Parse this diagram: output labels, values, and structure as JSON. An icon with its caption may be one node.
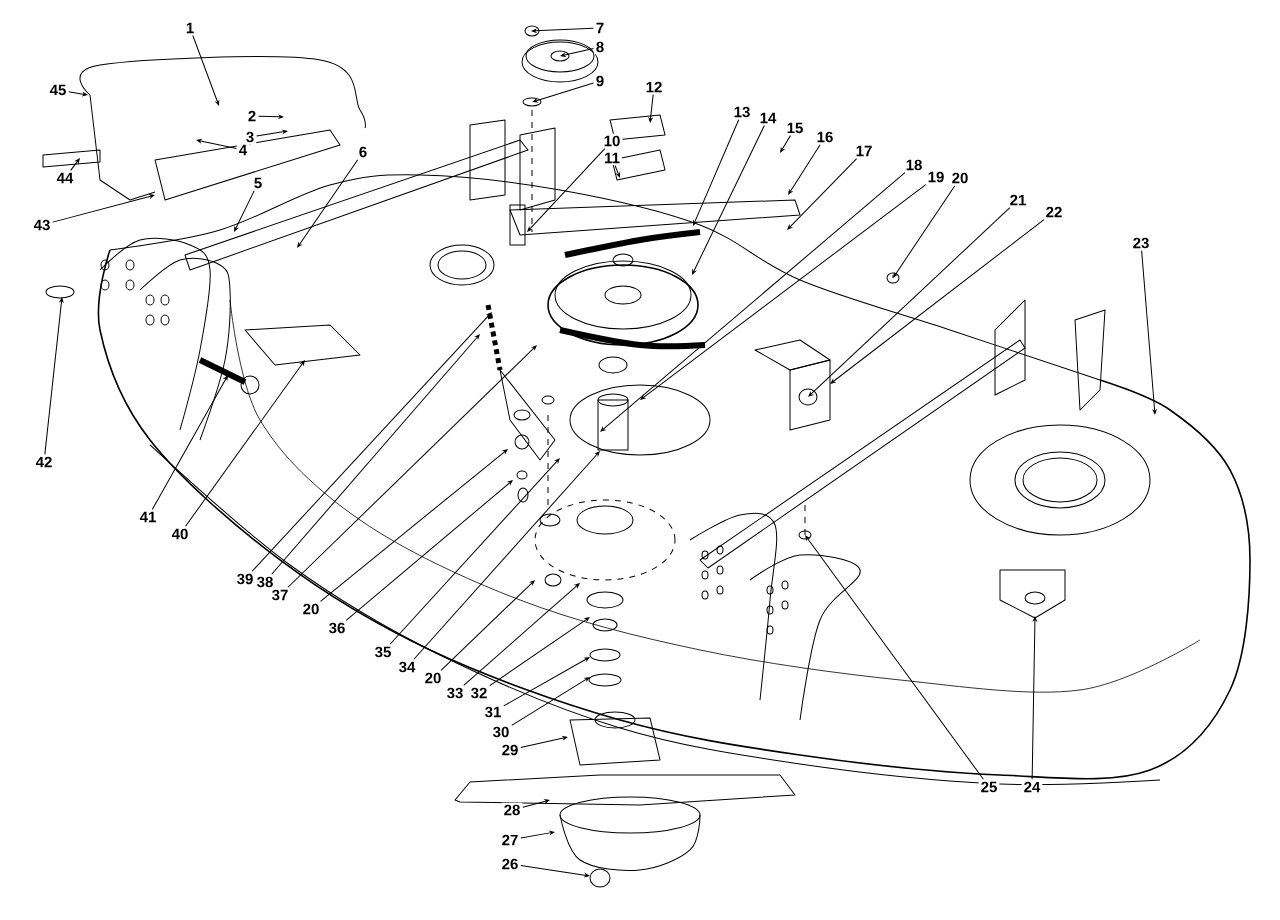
{
  "diagram": {
    "nodes": [
      {
        "text": [
          "1"
        ]
      },
      {
        "text": [
          "2"
        ]
      },
      {
        "text": [
          "3"
        ]
      },
      {
        "text": [
          "4"
        ]
      },
      {
        "text": [
          "5"
        ]
      },
      {
        "text": [
          "6"
        ]
      },
      {
        "text": [
          "7"
        ]
      },
      {
        "text": [
          "8"
        ]
      },
      {
        "text": [
          "9"
        ]
      },
      {
        "text": [
          "10"
        ]
      },
      {
        "text": [
          "11"
        ]
      },
      {
        "text": [
          "12"
        ]
      },
      {
        "text": [
          "13"
        ]
      },
      {
        "text": [
          "14"
        ]
      },
      {
        "text": [
          "15"
        ]
      },
      {
        "text": [
          "16"
        ]
      },
      {
        "text": [
          "17"
        ]
      },
      {
        "text": [
          "18"
        ]
      },
      {
        "text": [
          "19"
        ]
      },
      {
        "text": [
          "20"
        ]
      },
      {
        "text": [
          "21"
        ]
      },
      {
        "text": [
          "22"
        ]
      },
      {
        "text": [
          "23"
        ]
      },
      {
        "text": [
          "24"
        ]
      },
      {
        "text": [
          "25"
        ]
      },
      {
        "text": [
          "26"
        ]
      },
      {
        "text": [
          "27"
        ]
      },
      {
        "text": [
          "28"
        ]
      },
      {
        "text": [
          "29"
        ]
      },
      {
        "text": [
          "30"
        ]
      },
      {
        "text": [
          "31"
        ]
      },
      {
        "text": [
          "32"
        ]
      },
      {
        "text": [
          "33"
        ]
      },
      {
        "text": [
          "20"
        ]
      },
      {
        "text": [
          "34"
        ]
      },
      {
        "text": [
          "35"
        ]
      },
      {
        "text": [
          "36"
        ]
      },
      {
        "text": [
          "20"
        ]
      },
      {
        "text": [
          "37"
        ]
      },
      {
        "text": [
          "38"
        ]
      },
      {
        "text": [
          "39"
        ]
      },
      {
        "text": [
          "40"
        ]
      },
      {
        "text": [
          "41"
        ]
      },
      {
        "text": [
          "42"
        ]
      },
      {
        "text": [
          "43"
        ]
      },
      {
        "text": [
          "44"
        ]
      },
      {
        "text": [
          "45"
        ]
      }
    ],
    "edges": [
      {
        "from": 0,
        "to": null,
        "arrow": "to"
      },
      {
        "from": 1,
        "to": null,
        "arrow": "to"
      },
      {
        "from": 2,
        "to": null,
        "arrow": "to"
      },
      {
        "from": 3,
        "to": null,
        "arrow": "to"
      },
      {
        "from": 4,
        "to": null,
        "arrow": "to"
      },
      {
        "from": 5,
        "to": null,
        "arrow": "to"
      },
      {
        "from": 6,
        "to": null,
        "arrow": "to"
      },
      {
        "from": 7,
        "to": null,
        "arrow": "to"
      },
      {
        "from": 8,
        "to": null,
        "arrow": "to"
      },
      {
        "from": 9,
        "to": null,
        "arrow": "to"
      },
      {
        "from": 10,
        "to": null,
        "arrow": "to"
      },
      {
        "from": 11,
        "to": null,
        "arrow": "to"
      },
      {
        "from": 12,
        "to": null,
        "arrow": "to"
      },
      {
        "from": 13,
        "to": null,
        "arrow": "to"
      },
      {
        "from": 14,
        "to": null,
        "arrow": "to"
      },
      {
        "from": 15,
        "to": null,
        "arrow": "to"
      },
      {
        "from": 16,
        "to": null,
        "arrow": "to"
      },
      {
        "from": 17,
        "to": null,
        "arrow": "to"
      },
      {
        "from": 18,
        "to": null,
        "arrow": "to"
      },
      {
        "from": 19,
        "to": null,
        "arrow": "to"
      },
      {
        "from": 20,
        "to": null,
        "arrow": "to"
      },
      {
        "from": 21,
        "to": null,
        "arrow": "to"
      },
      {
        "from": 22,
        "to": null,
        "arrow": "to"
      },
      {
        "from": 23,
        "to": null,
        "arrow": "to"
      },
      {
        "from": 24,
        "to": null,
        "arrow": "to"
      },
      {
        "from": 25,
        "to": null,
        "arrow": "to"
      },
      {
        "from": 26,
        "to": null,
        "arrow": "to"
      },
      {
        "from": 27,
        "to": null,
        "arrow": "to"
      },
      {
        "from": 28,
        "to": null,
        "arrow": "to"
      },
      {
        "from": 29,
        "to": null,
        "arrow": "to"
      },
      {
        "from": 30,
        "to": null,
        "arrow": "to"
      },
      {
        "from": 31,
        "to": null,
        "arrow": "to"
      },
      {
        "from": 32,
        "to": null,
        "arrow": "to"
      },
      {
        "from": 33,
        "to": null,
        "arrow": "to"
      },
      {
        "from": 34,
        "to": null,
        "arrow": "to"
      },
      {
        "from": 35,
        "to": null,
        "arrow": "to"
      },
      {
        "from": 36,
        "to": null,
        "arrow": "to"
      },
      {
        "from": 37,
        "to": null,
        "arrow": "to"
      },
      {
        "from": 38,
        "to": null,
        "arrow": "to"
      },
      {
        "from": 39,
        "to": null,
        "arrow": "to"
      },
      {
        "from": 40,
        "to": null,
        "arrow": "to"
      },
      {
        "from": 41,
        "to": null,
        "arrow": "to"
      },
      {
        "from": 42,
        "to": null,
        "arrow": "to"
      },
      {
        "from": 43,
        "to": null,
        "arrow": "to"
      },
      {
        "from": 44,
        "to": null,
        "arrow": "to"
      },
      {
        "from": 45,
        "to": null,
        "arrow": "to"
      },
      {
        "from": 46,
        "to": null,
        "arrow": "to"
      }
    ]
  }
}
